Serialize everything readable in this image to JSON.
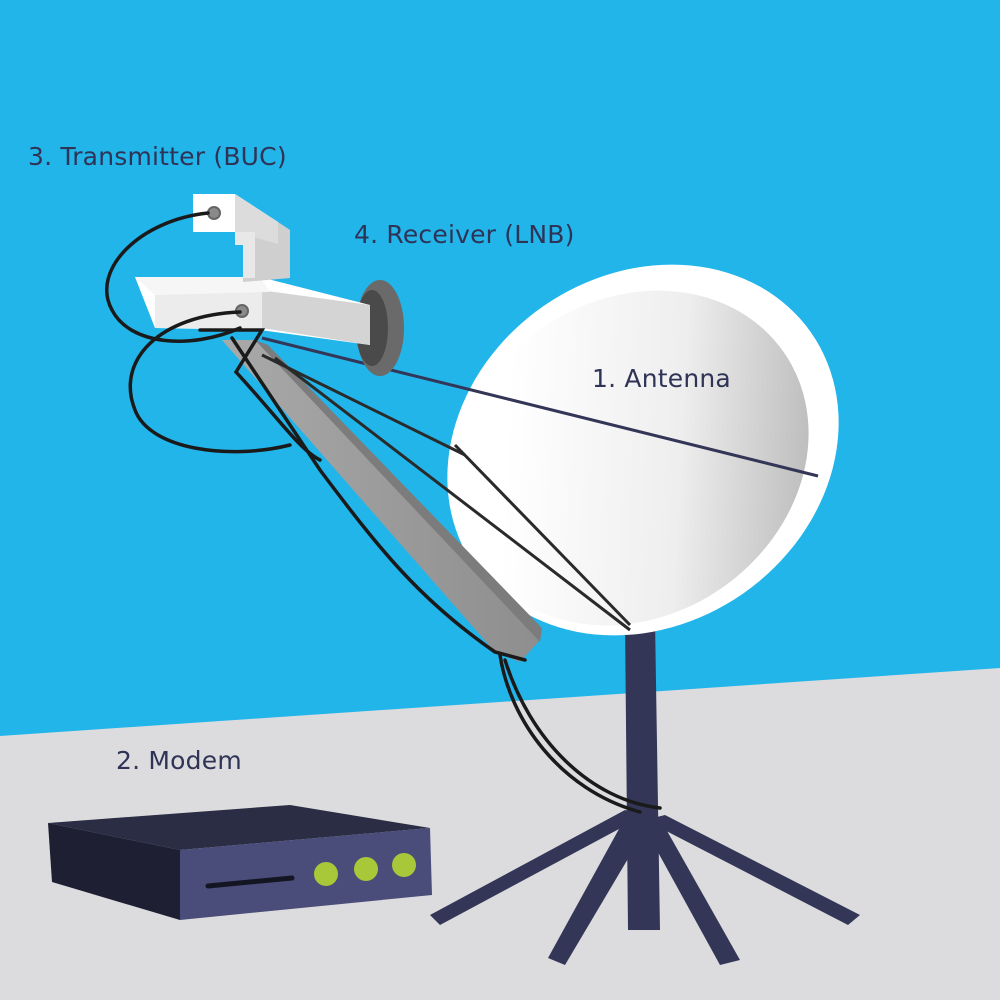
{
  "labels": {
    "antenna": "1. Antenna",
    "modem": "2. Modem",
    "transmitter": "3. Transmitter (BUC)",
    "receiver": "4. Receiver (LNB)"
  },
  "colors": {
    "sky": "#22b5ea",
    "ground": "#dcdcde",
    "navy": "#333656",
    "label_text": "#2f3356",
    "dish_white": "#ffffff",
    "led_green": "#a8c83a",
    "cable": "#1a1a1a"
  },
  "icons": {
    "modem_leds": [
      "led-icon",
      "led-icon",
      "led-icon"
    ]
  }
}
